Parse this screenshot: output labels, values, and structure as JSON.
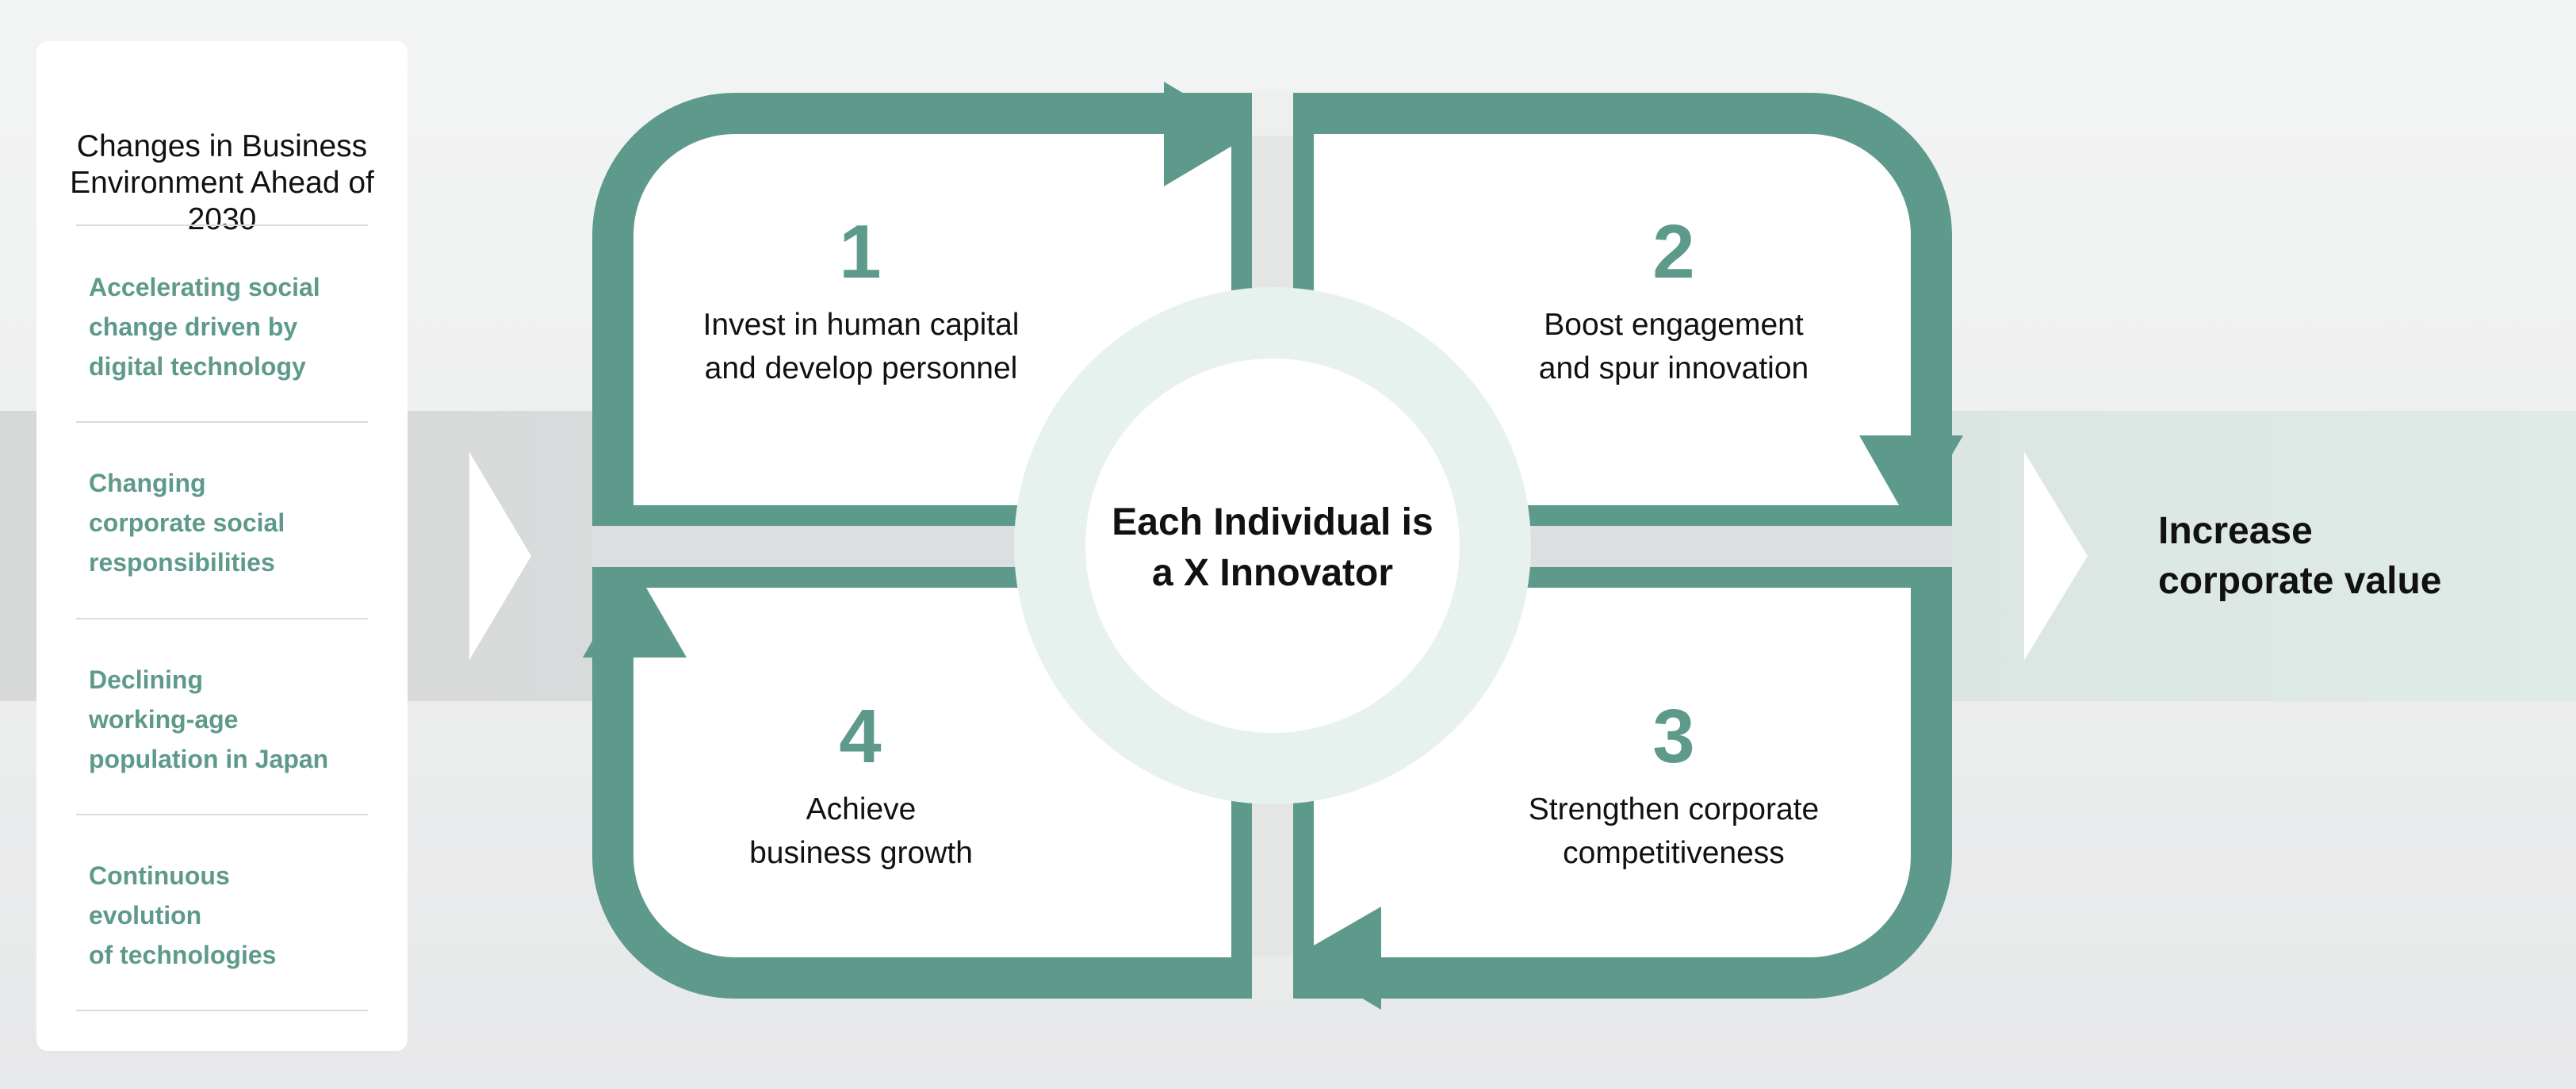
{
  "panel": {
    "title": "Changes in Business\nEnvironment Ahead\nof 2030",
    "items": [
      "Accelerating social\nchange driven by\ndigital technology",
      "Changing\ncorporate social\nresponsibilities",
      "Declining\nworking-age\npopulation in Japan",
      "Continuous\nevolution\nof technologies"
    ]
  },
  "cycle": {
    "center_label": "Each Individual is\na X Innovator",
    "steps": [
      {
        "number": "1",
        "label": "Invest in human capital\nand develop personnel"
      },
      {
        "number": "2",
        "label": "Boost engagement\nand spur innovation"
      },
      {
        "number": "3",
        "label": "Strengthen corporate\ncompetitiveness"
      },
      {
        "number": "4",
        "label": "Achieve\nbusiness growth"
      }
    ]
  },
  "outcome": {
    "label": "Increase\ncorporate value"
  },
  "colors": {
    "accent_green": "#5e9a8b",
    "ring_fill": "#e7f1ed",
    "band_gray": "#dcdfdf",
    "band_green": "#dfeae6",
    "text_dark": "#111111"
  }
}
